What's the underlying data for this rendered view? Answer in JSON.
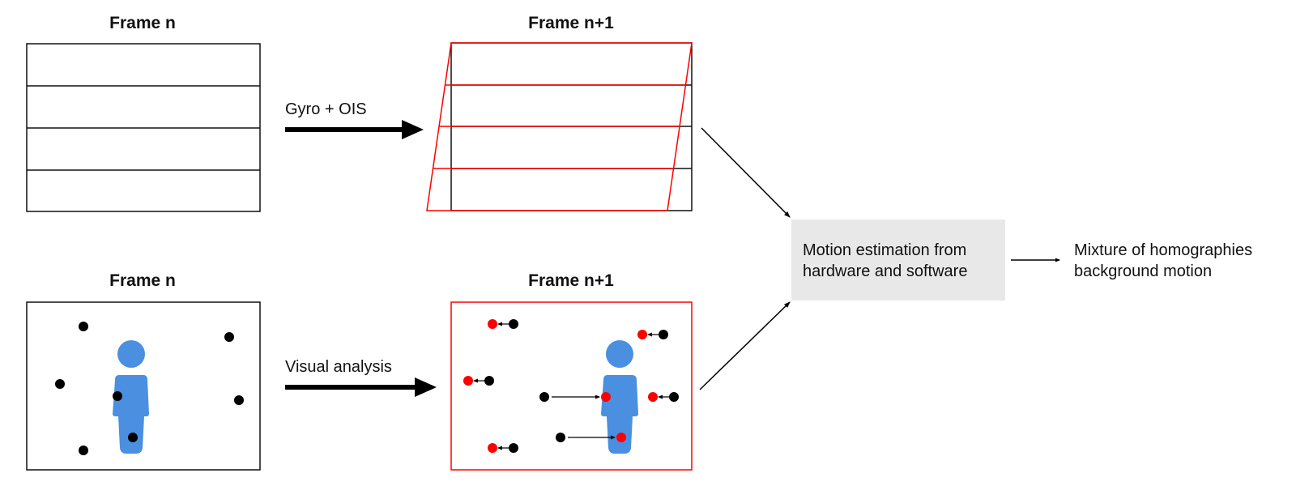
{
  "top_row": {
    "frame_n_title": "Frame n",
    "frame_n1_title": "Frame n+1",
    "arrow_label": "Gyro + OIS"
  },
  "bottom_row": {
    "frame_n_title": "Frame n",
    "frame_n1_title": "Frame n+1",
    "arrow_label": "Visual analysis"
  },
  "estimation_box": {
    "line1": "Motion estimation from",
    "line2": "hardware and software"
  },
  "output": {
    "line1": "Mixture of homographies",
    "line2": "background motion"
  },
  "colors": {
    "frame_stroke": "#111111",
    "warp_red": "#ff0000",
    "person_blue": "#4a8fe0",
    "feature_dot": "#000000",
    "moved_dot": "#ff0000",
    "box_fill": "#e8e8e8"
  }
}
